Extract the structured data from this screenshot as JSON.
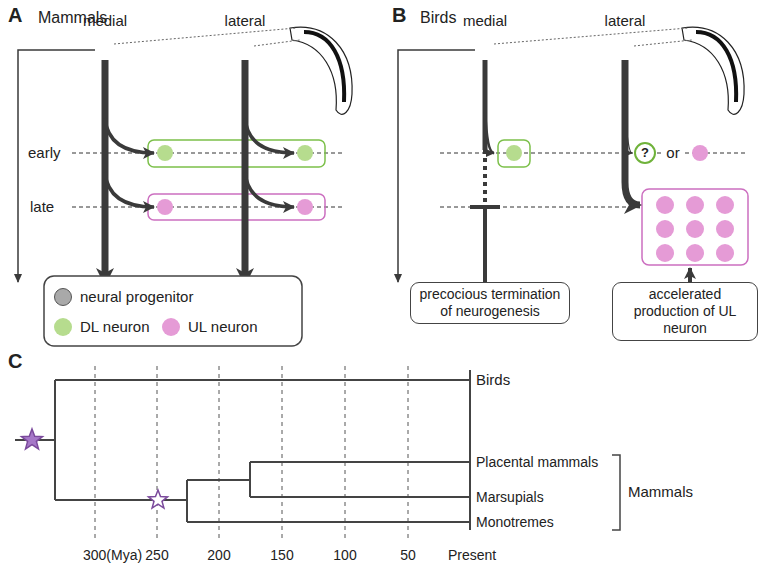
{
  "diagram": {
    "nodes": [
      {
        "text": [
          "?"
        ]
      },
      {
        "text": [
          "precocious termination of neurogenesis"
        ]
      },
      {
        "text": [
          "accelerated production of UL neuron"
        ]
      }
    ],
    "labels": [
      "A",
      "Mammals",
      "medial",
      "lateral",
      "early",
      "late",
      "B",
      "Birds",
      "medial",
      "lateral",
      "or",
      "C",
      "Birds",
      "Placental mammals",
      "Marsupials",
      "Monotremes",
      "Mammals",
      "300(Mya)",
      "250",
      "200",
      "150",
      "100",
      "50",
      "Present"
    ],
    "legend": [
      {
        "text": "neural progenitor",
        "color": "#a9a9a9"
      },
      {
        "text": "DL neuron",
        "color": "#b6dc8e"
      },
      {
        "text": "UL neuron",
        "color": "#e59bd6"
      }
    ]
  }
}
